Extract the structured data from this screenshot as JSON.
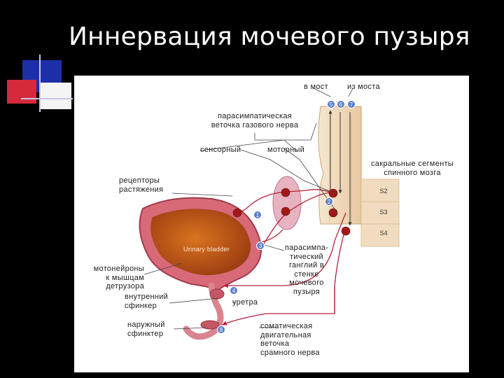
{
  "slide": {
    "title": "Иннервация мочевого пузыря"
  },
  "diagram": {
    "labels": {
      "to_pons": "в мост",
      "from_pons": "из моста",
      "parasympathetic_branch": [
        "парасимпатическая",
        "веточка газового нерва"
      ],
      "sensory": "сенсорный",
      "motor": "моторный",
      "sacral_segments": [
        "сакральные сегменты",
        "спинного мозга"
      ],
      "stretch_receptors": [
        "рецепторы",
        "растяжения"
      ],
      "bladder_caption": "Urinary bladder",
      "motoneurons": [
        "мотонейроны",
        "к мышцам",
        "детрузора"
      ],
      "parasympathetic_ganglion": [
        "парасимпа-",
        "тический",
        "ганглий в",
        "стенке",
        "мочевого",
        "пузыря"
      ],
      "internal_sphincter": [
        "внутренний",
        "сфинкер"
      ],
      "urethra": "уретра",
      "external_sphincter": [
        "наружный",
        "сфинктер"
      ],
      "somatic_branch": [
        "соматическая",
        "двигательная",
        "веточка",
        "срамного нерва"
      ]
    },
    "segments": [
      "S2",
      "S3",
      "S4"
    ],
    "markers": [
      "1",
      "2",
      "3",
      "4",
      "5",
      "6",
      "7",
      "8"
    ]
  },
  "colors": {
    "background": "#000000",
    "title": "#ffffff",
    "panel": "#ffffff",
    "nerve": "#b5213a",
    "neuron_body": "#a01818",
    "marker_fill": "#5b7fc7",
    "ganglion": "#e7b3c0",
    "spinal_cord": "#f1dcc0",
    "bladder_outer": "#d86a78",
    "bladder_inner": "#c4601a"
  }
}
